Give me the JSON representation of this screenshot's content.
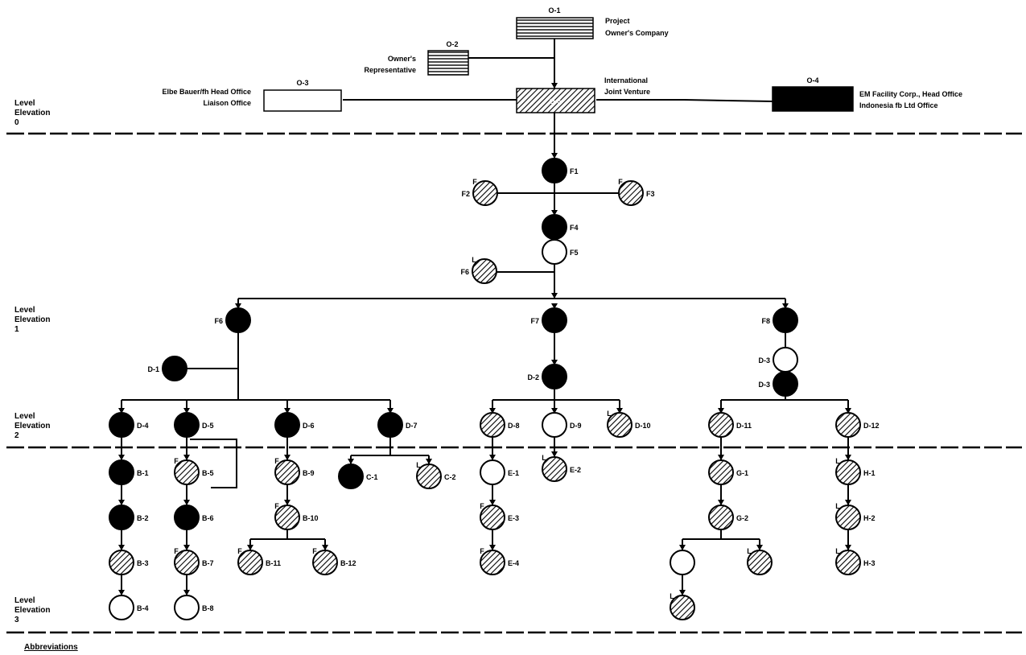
{
  "hq": {
    "o1": {
      "code": "O-1",
      "label_lines": [
        "Project",
        "Owner's Company"
      ]
    },
    "o2": {
      "code": "O-2",
      "label_lines": [
        "Owner's",
        "Representative"
      ]
    },
    "o3": {
      "code": "O-3",
      "label_lines": [
        "Elbe Bauer/fh Head Office",
        "Liaison Office"
      ]
    },
    "o4": {
      "code": "O-4",
      "label_lines": [
        "EM Facility Corp., Head Office",
        "Indonesia fb Ltd Office"
      ]
    },
    "o5": {
      "code": "O-5",
      "label_lines": [
        "International",
        "Joint Venture"
      ]
    }
  },
  "levels": [
    {
      "lines": [
        "Level",
        "Elevation",
        "0"
      ]
    },
    {
      "lines": [
        "Level",
        "Elevation",
        "1"
      ]
    },
    {
      "lines": [
        "Level",
        "Elevation",
        "2"
      ]
    },
    {
      "lines": [
        "Level",
        "Elevation",
        "3"
      ]
    }
  ],
  "nodes": [
    {
      "id": "n1",
      "fill": "black",
      "label": "F1",
      "label_side": "right"
    },
    {
      "id": "n2",
      "fill": "hatch",
      "label": "F2",
      "label_side": "left",
      "tag": "F"
    },
    {
      "id": "n3",
      "fill": "hatch",
      "label": "F3",
      "label_side": "right",
      "tag": "F"
    },
    {
      "id": "n4",
      "fill": "black",
      "label": "F4",
      "label_side": "right"
    },
    {
      "id": "n5",
      "fill": "white",
      "label": "F5",
      "label_side": "right"
    },
    {
      "id": "n6",
      "fill": "hatch",
      "label": "F6",
      "label_side": "left",
      "tag": "L"
    },
    {
      "id": "n7",
      "fill": "black",
      "label": "F6",
      "label_side": "left"
    },
    {
      "id": "n8",
      "fill": "black",
      "label": "F7",
      "label_side": "left"
    },
    {
      "id": "n9",
      "fill": "black",
      "label": "F8",
      "label_side": "left"
    },
    {
      "id": "n10",
      "fill": "black",
      "label": "D-1",
      "label_side": "left"
    },
    {
      "id": "n11",
      "fill": "black",
      "label": "D-2",
      "label_side": "left"
    },
    {
      "id": "n12",
      "fill": "white",
      "label": "D-3",
      "label_side": "left"
    },
    {
      "id": "n13",
      "fill": "black",
      "label": "D-3",
      "label_side": "left"
    },
    {
      "id": "n14",
      "fill": "black",
      "label": "D-4",
      "label_side": "right"
    },
    {
      "id": "n15",
      "fill": "black",
      "label": "D-5",
      "label_side": "right"
    },
    {
      "id": "n16",
      "fill": "black",
      "label": "D-6",
      "label_side": "right"
    },
    {
      "id": "n17",
      "fill": "black",
      "label": "D-7",
      "label_side": "right"
    },
    {
      "id": "n18",
      "fill": "hatch",
      "label": "D-8",
      "label_side": "right"
    },
    {
      "id": "n19",
      "fill": "white",
      "label": "D-9",
      "label_side": "right"
    },
    {
      "id": "n20",
      "fill": "hatch",
      "label": "D-10",
      "label_side": "right",
      "tag": "L"
    },
    {
      "id": "n21",
      "fill": "hatch",
      "label": "D-11",
      "label_side": "right"
    },
    {
      "id": "n22",
      "fill": "hatch",
      "label": "D-12",
      "label_side": "right"
    },
    {
      "id": "n23",
      "fill": "black",
      "label": "B-1",
      "label_side": "right"
    },
    {
      "id": "n24",
      "fill": "black",
      "label": "B-2",
      "label_side": "right"
    },
    {
      "id": "n25",
      "fill": "hatch",
      "label": "B-3",
      "label_side": "right"
    },
    {
      "id": "n26",
      "fill": "white",
      "label": "B-4",
      "label_side": "right"
    },
    {
      "id": "n27",
      "fill": "hatch",
      "label": "B-5",
      "label_side": "right",
      "tag": "F"
    },
    {
      "id": "n28",
      "fill": "black",
      "label": "B-6",
      "label_side": "right"
    },
    {
      "id": "n29",
      "fill": "hatch",
      "label": "B-7",
      "label_side": "right",
      "tag": "F"
    },
    {
      "id": "n30",
      "fill": "white",
      "label": "B-8",
      "label_side": "right"
    },
    {
      "id": "n31",
      "fill": "hatch",
      "label": "B-9",
      "label_side": "right",
      "tag": "F"
    },
    {
      "id": "n32",
      "fill": "hatch",
      "label": "B-10",
      "label_side": "right",
      "tag": "F"
    },
    {
      "id": "n33",
      "fill": "hatch",
      "label": "B-11",
      "label_side": "right",
      "tag": "F"
    },
    {
      "id": "n34",
      "fill": "hatch",
      "label": "B-12",
      "label_side": "right",
      "tag": "F"
    },
    {
      "id": "n35",
      "fill": "black",
      "label": "C-1",
      "label_side": "right"
    },
    {
      "id": "n36",
      "fill": "hatch",
      "label": "C-2",
      "label_side": "right",
      "tag": "L"
    },
    {
      "id": "n37",
      "fill": "white",
      "label": "E-1",
      "label_side": "right"
    },
    {
      "id": "n38",
      "fill": "hatch",
      "label": "E-2",
      "label_side": "right",
      "tag": "L"
    },
    {
      "id": "n39",
      "fill": "hatch",
      "label": "E-3",
      "label_side": "right",
      "tag": "F"
    },
    {
      "id": "n40",
      "fill": "hatch",
      "label": "E-4",
      "label_side": "right",
      "tag": "F"
    },
    {
      "id": "n41",
      "fill": "hatch",
      "label": "G-1",
      "label_side": "right"
    },
    {
      "id": "n42",
      "fill": "hatch",
      "label": "G-2",
      "label_side": "right"
    },
    {
      "id": "n43",
      "fill": "white",
      "label": "",
      "label_side": "right"
    },
    {
      "id": "n44",
      "fill": "hatch",
      "label": "",
      "label_side": "right",
      "tag": "L"
    },
    {
      "id": "n45",
      "fill": "hatch",
      "label": "",
      "label_side": "right",
      "tag": "L"
    },
    {
      "id": "n46",
      "fill": "hatch",
      "label": "H-1",
      "label_side": "right",
      "tag": "L"
    },
    {
      "id": "n47",
      "fill": "hatch",
      "label": "H-2",
      "label_side": "right",
      "tag": "L"
    },
    {
      "id": "n48",
      "fill": "hatch",
      "label": "H-3",
      "label_side": "right",
      "tag": "L"
    }
  ],
  "legend": {
    "title": "Abbreviations"
  }
}
